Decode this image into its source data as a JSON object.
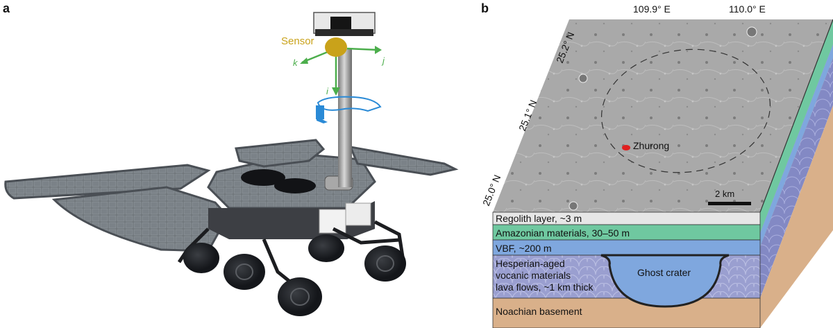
{
  "panel_a": {
    "letter": "a",
    "sensor_label": "Sensor",
    "axis_labels": {
      "k": "k",
      "j": "j",
      "i": "i"
    }
  },
  "panel_b": {
    "letter": "b",
    "longitudes": [
      "109.9° E",
      "110.0° E"
    ],
    "latitudes": [
      "25.2° N",
      "25.1° N",
      "25.0° N"
    ],
    "site_label": "Zhurong",
    "scale_label": "2 km",
    "layers": [
      {
        "label": "Regolith layer, ~3 m",
        "color": "#e6e6e6"
      },
      {
        "label": "Amazonian materials, 30–50 m",
        "color": "#6fc8a0"
      },
      {
        "label": "VBF, ~200 m",
        "color": "#7fa7de"
      },
      {
        "label": "Hesperian-aged",
        "label2": "vocanic materials",
        "label3": "lava flows, ~1 km thick",
        "color": "#9a9fd0"
      },
      {
        "label": "Noachian basement",
        "color": "#d9b08a"
      }
    ],
    "crater_label": "Ghost crater",
    "colors": {
      "site_marker": "#e02020",
      "sensor": "#c9a21a",
      "axes": "#4cae4c",
      "rotation": "#2a8ad6"
    }
  }
}
